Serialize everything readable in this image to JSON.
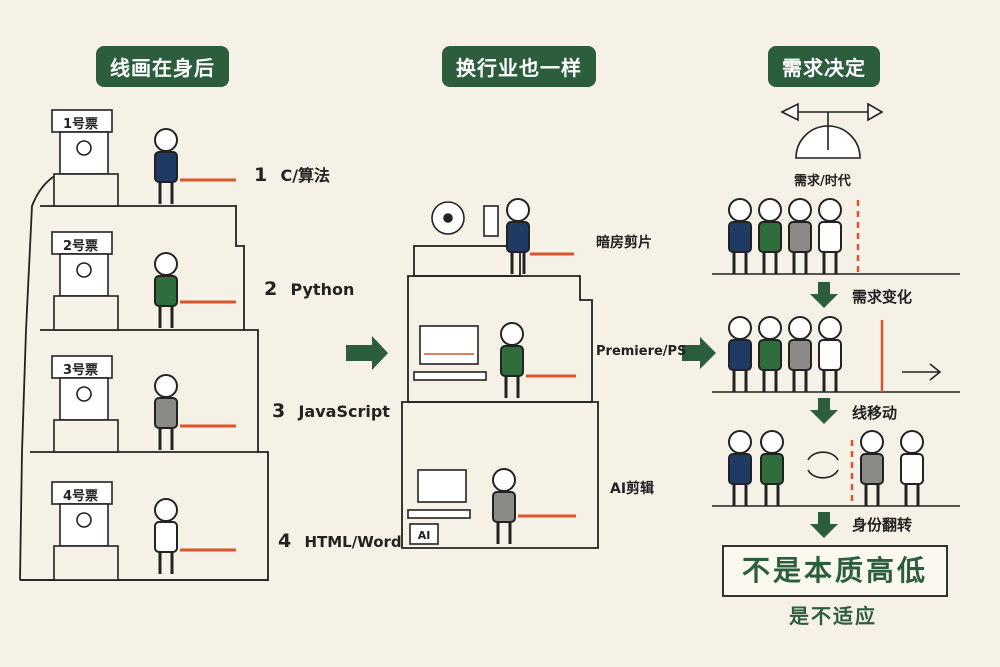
{
  "columns": [
    {
      "title": "线画在身后"
    },
    {
      "title": "换行业也一样"
    },
    {
      "title": "需求决定"
    }
  ],
  "left": {
    "tickets": [
      "1号票",
      "2号票",
      "3号票",
      "4号票"
    ],
    "levels": [
      {
        "num": "1",
        "text": "C/算法"
      },
      {
        "num": "2",
        "text": "Python"
      },
      {
        "num": "3",
        "text": "JavaScript"
      },
      {
        "num": "4",
        "text": "HTML/Word"
      }
    ]
  },
  "middle": {
    "levels": [
      "暗房剪片",
      "Premiere/PS",
      "AI剪辑"
    ],
    "ai_chip": "AI"
  },
  "right": {
    "gauge_label": "需求/时代",
    "steps": [
      "需求变化",
      "线移动",
      "身份翻转"
    ],
    "conclusion": "不是本质高低",
    "sub": "是不适应"
  },
  "colors": {
    "accent_green": "#2c5d3d",
    "line_red": "#d9532b",
    "navy": "#1f3a63",
    "green_person": "#2f6e3c",
    "gray_person": "#8a8a86",
    "white_person": "#ffffff"
  }
}
